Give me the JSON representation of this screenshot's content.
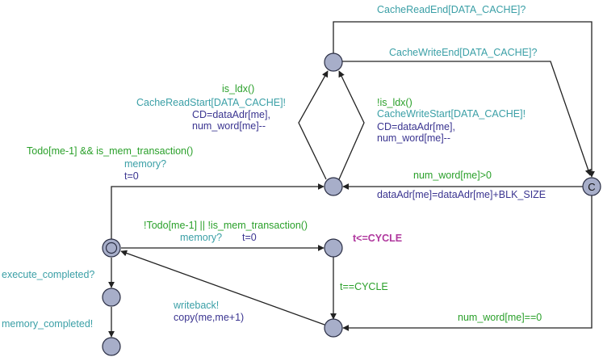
{
  "colors": {
    "guard": "#2aa02a",
    "sync": "#3a9fa6",
    "update": "#3a3490",
    "invariant": "#b0389e",
    "location_fill": "#a7aec9",
    "location_stroke": "#2b2f45",
    "edge": "#222222"
  },
  "locations": {
    "committed_label": "C"
  },
  "labels": {
    "cache_read_end": "CacheReadEnd[DATA_CACHE]?",
    "cache_write_end": "CacheWriteEnd[DATA_CACHE]?",
    "read_guard": "is_ldx()",
    "read_sync": "CacheReadStart[DATA_CACHE]!",
    "read_update_1": "CD=dataAdr[me],",
    "read_update_2": "num_word[me]--",
    "write_guard": "!is_ldx()",
    "write_sync": "CacheWriteStart[DATA_CACHE]!",
    "write_update_1": "CD=dataAdr[me],",
    "write_update_2": "num_word[me]--",
    "mem_guard": "Todo[me-1] && is_mem_transaction()",
    "mem_sync": "memory?",
    "mem_update": "t=0",
    "loop_guard": "num_word[me]>0",
    "loop_update": "dataAdr[me]=dataAdr[me]+BLK_SIZE",
    "nomem_guard": "!Todo[me-1] || !is_mem_transaction()",
    "nomem_sync": "memory?",
    "nomem_update": "t=0",
    "invariant": "t<=CYCLE",
    "cycle_guard": "t==CYCLE",
    "done_guard": "num_word[me]==0",
    "writeback_sync": "writeback!",
    "writeback_update": "copy(me,me+1)",
    "execute_sync": "execute_completed?",
    "memory_completed_sync": "memory_completed!"
  }
}
